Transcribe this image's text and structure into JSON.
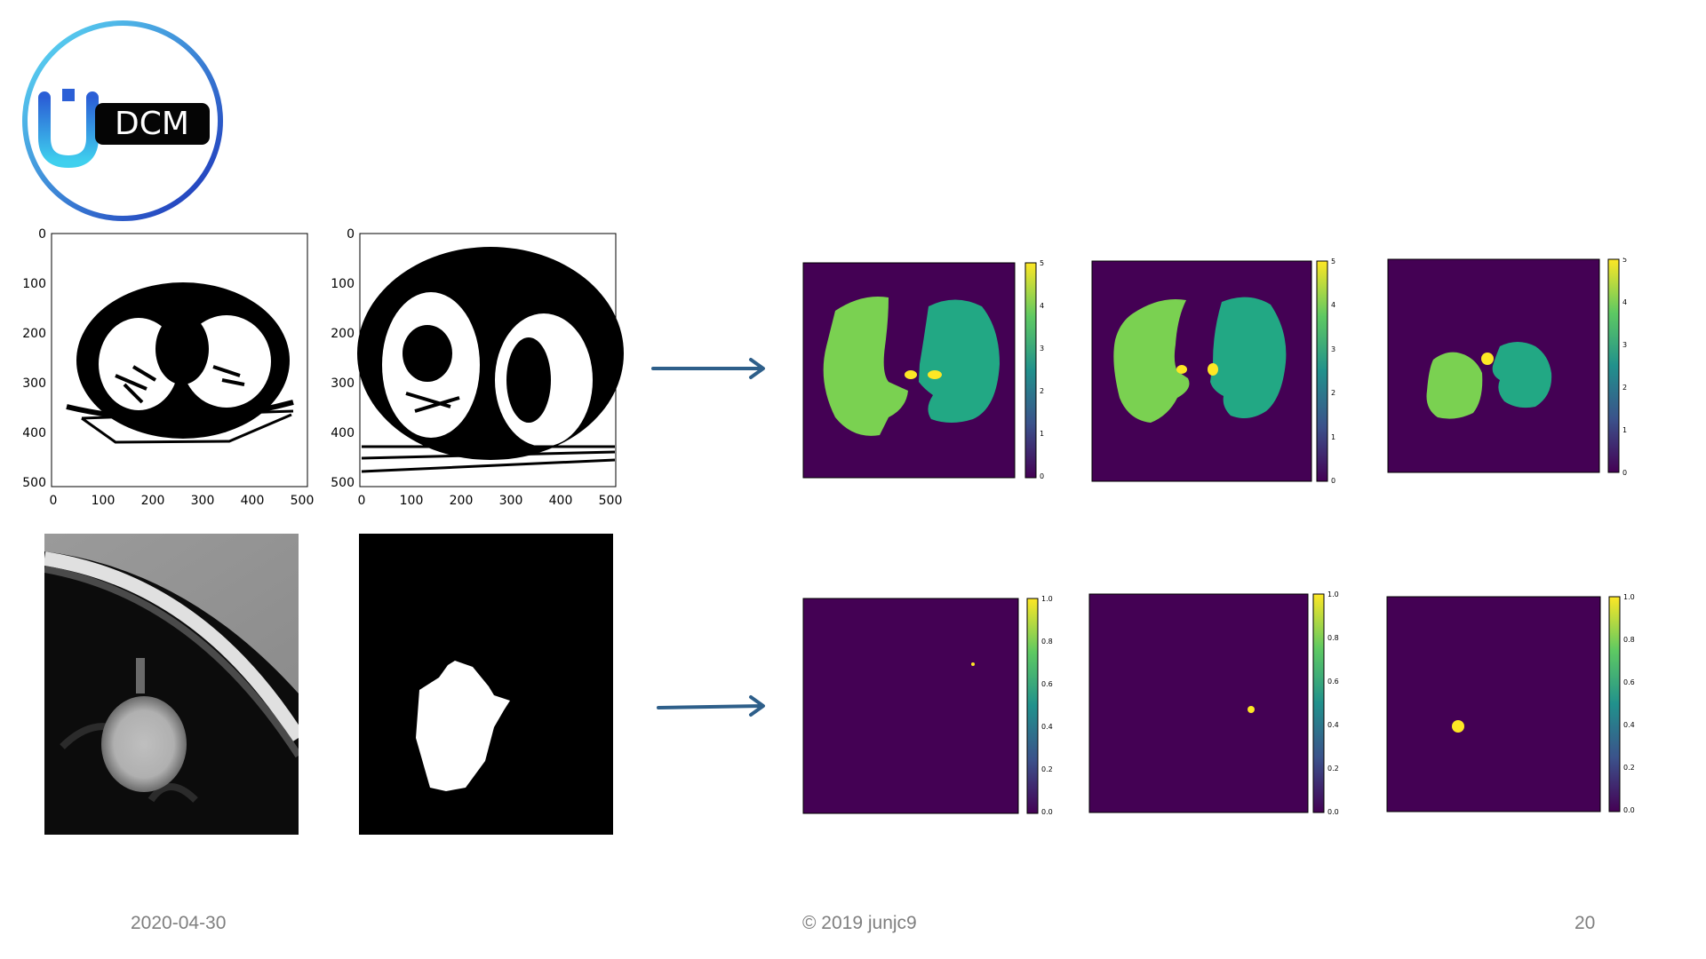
{
  "logo": {
    "text": "DCM",
    "letter": "U",
    "ring_colors": [
      "#5ee0f6",
      "#1c2fb8"
    ]
  },
  "footer": {
    "date": "2020-04-30",
    "copyright": "© 2019 junjc9",
    "page_number": "20"
  },
  "colors": {
    "arrow": "#2e5f8a",
    "viridis_bg": "#440154",
    "left_lung": "#7ad151",
    "right_lung": "#22a884",
    "yellow": "#fde725"
  },
  "binary_plots": {
    "y_ticks": [
      "0",
      "100",
      "200",
      "300",
      "400",
      "500"
    ],
    "x_ticks": [
      "0",
      "100",
      "200",
      "300",
      "400",
      "500"
    ]
  },
  "colorbars": {
    "lung_ticks": [
      "5",
      "4",
      "3",
      "2",
      "1",
      "0"
    ],
    "nodule_ticks": [
      "1.0",
      "0.8",
      "0.6",
      "0.4",
      "0.2",
      "0.0"
    ]
  }
}
